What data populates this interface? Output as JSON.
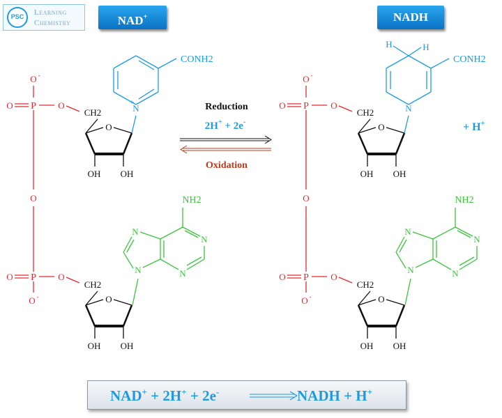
{
  "logo": {
    "circle_text": "PSC",
    "line1": "Learning",
    "line2": "Chemistry"
  },
  "titles": {
    "left": "NAD",
    "left_charge": "+",
    "right": "NADH"
  },
  "labels": {
    "conh2": "CONH2",
    "n": "N",
    "plus": "+",
    "ch2": "CH2",
    "o": "O",
    "p": "P",
    "o_minus": "O",
    "minus": "-",
    "oh": "OH",
    "nh2": "NH2",
    "h": "H"
  },
  "reaction": {
    "top_label": "Reduction",
    "electrons": "2H",
    "electrons_charge": "+",
    "electrons_rest": " + 2e",
    "electrons_minus": "-",
    "bottom_label": "Oxidation",
    "product_h": "+  H",
    "product_h_charge": "+"
  },
  "equation": {
    "left": "NAD",
    "left_sup1": "+",
    "left_mid": " + 2H",
    "left_sup2": "+",
    "left_end": " + 2e",
    "left_sup3": "-",
    "right": "NADH + H",
    "right_sup": "+"
  },
  "colors": {
    "phosphate": "#e8282e",
    "nicotinamide": "#1e9be0",
    "adenine": "#3cc43c",
    "black": "#111111",
    "oxidation": "#b83a1c"
  }
}
